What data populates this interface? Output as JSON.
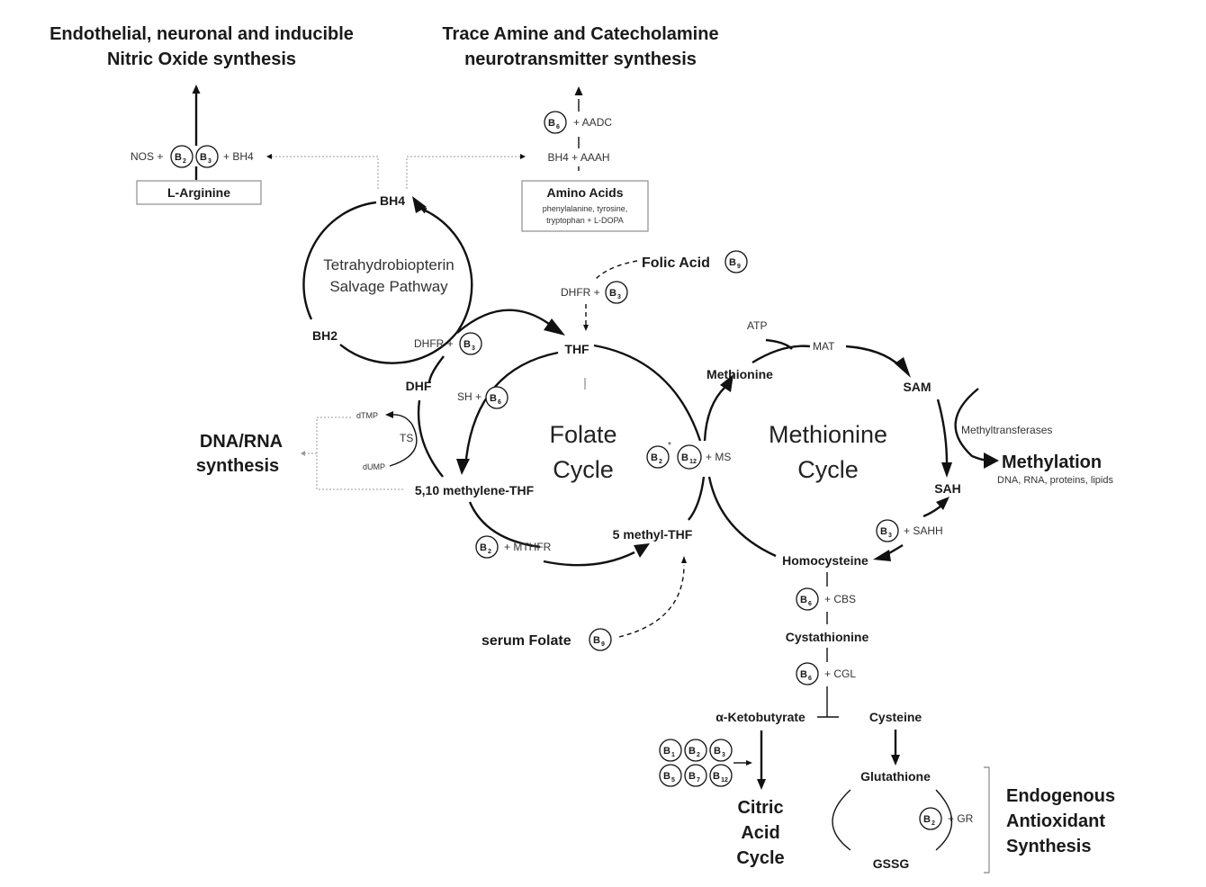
{
  "headings": {
    "nitric_oxide_1": "Endothelial, neuronal and inducible",
    "nitric_oxide_2": "Nitric Oxide synthesis",
    "neurotransmitter_1": "Trace Amine and Catecholamine",
    "neurotransmitter_2": "neurotransmitter synthesis",
    "dna_rna_1": "DNA/RNA",
    "dna_rna_2": "synthesis",
    "methylation": "Methylation",
    "methylation_sub": "DNA, RNA, proteins, lipids",
    "citric_1": "Citric",
    "citric_2": "Acid",
    "citric_3": "Cycle",
    "antioxidant_1": "Endogenous",
    "antioxidant_2": "Antioxidant",
    "antioxidant_3": "Synthesis"
  },
  "cycles": {
    "bh4_1": "Tetrahydrobiopterin",
    "bh4_2": "Salvage Pathway",
    "folate_1": "Folate",
    "folate_2": "Cycle",
    "methionine_1": "Methionine",
    "methionine_2": "Cycle"
  },
  "nodes": {
    "l_arginine": "L-Arginine",
    "amino_acids": "Amino Acids",
    "amino_acids_sub_1": "phenylalanine, tyrosine,",
    "amino_acids_sub_2": "tryptophan + L-DOPA",
    "bh4": "BH4",
    "bh2": "BH2",
    "dhf": "DHF",
    "thf": "THF",
    "folic_acid": "Folic Acid",
    "methylene_thf": "5,10 methylene-THF",
    "methyl_thf": "5 methyl-THF",
    "serum_folate": "serum Folate",
    "methionine": "Methionine",
    "sam": "SAM",
    "sah": "SAH",
    "homocysteine": "Homocysteine",
    "cystathionine": "Cystathionine",
    "ketobutyrate": "α-Ketobutyrate",
    "cysteine": "Cysteine",
    "glutathione": "Glutathione",
    "gssg": "GSSG",
    "dtmp": "dTMP",
    "dump": "dUMP",
    "atp": "ATP"
  },
  "enzymes": {
    "nos": "NOS +",
    "nos_bh4": "+ BH4",
    "aadc": "+ AADC",
    "bh4_aaah": "BH4 + AAAH",
    "dhfr_folic": "DHFR +",
    "dhfr_bh2": "DHFR +",
    "sh": "SH +",
    "ts": "TS",
    "mthfr": "+ MTHFR",
    "ms": "+ MS",
    "mat": "MAT",
    "methyltransferases": "Methyltransferases",
    "sahh": "+ SAHH",
    "cbs": "+ CBS",
    "cgl": "+ CGL",
    "gr": "+ GR"
  },
  "vitamins": {
    "nos_b2": {
      "main": "B",
      "sub": "2"
    },
    "nos_b3": {
      "main": "B",
      "sub": "3"
    },
    "aadc_b6": {
      "main": "B",
      "sub": "6"
    },
    "folic_b9": {
      "main": "B",
      "sub": "9"
    },
    "dhfr_folic_b3": {
      "main": "B",
      "sub": "3"
    },
    "dhfr_bh2_b3": {
      "main": "B",
      "sub": "3"
    },
    "sh_b6": {
      "main": "B",
      "sub": "6"
    },
    "ms_b2": {
      "main": "B",
      "sub": "2"
    },
    "ms_b2_mark": "*",
    "ms_b12": {
      "main": "B",
      "sub": "12"
    },
    "mthfr_b2": {
      "main": "B",
      "sub": "2"
    },
    "serum_b9": {
      "main": "B",
      "sub": "9"
    },
    "sahh_b3": {
      "main": "B",
      "sub": "3"
    },
    "cbs_b6": {
      "main": "B",
      "sub": "6"
    },
    "cgl_b6": {
      "main": "B",
      "sub": "6"
    },
    "gr_b2": {
      "main": "B",
      "sub": "2"
    },
    "cit_b1": {
      "main": "B",
      "sub": "1"
    },
    "cit_b2": {
      "main": "B",
      "sub": "2"
    },
    "cit_b3": {
      "main": "B",
      "sub": "3"
    },
    "cit_b5": {
      "main": "B",
      "sub": "5"
    },
    "cit_b7": {
      "main": "B",
      "sub": "7"
    },
    "cit_b12": {
      "main": "B",
      "sub": "12"
    }
  }
}
